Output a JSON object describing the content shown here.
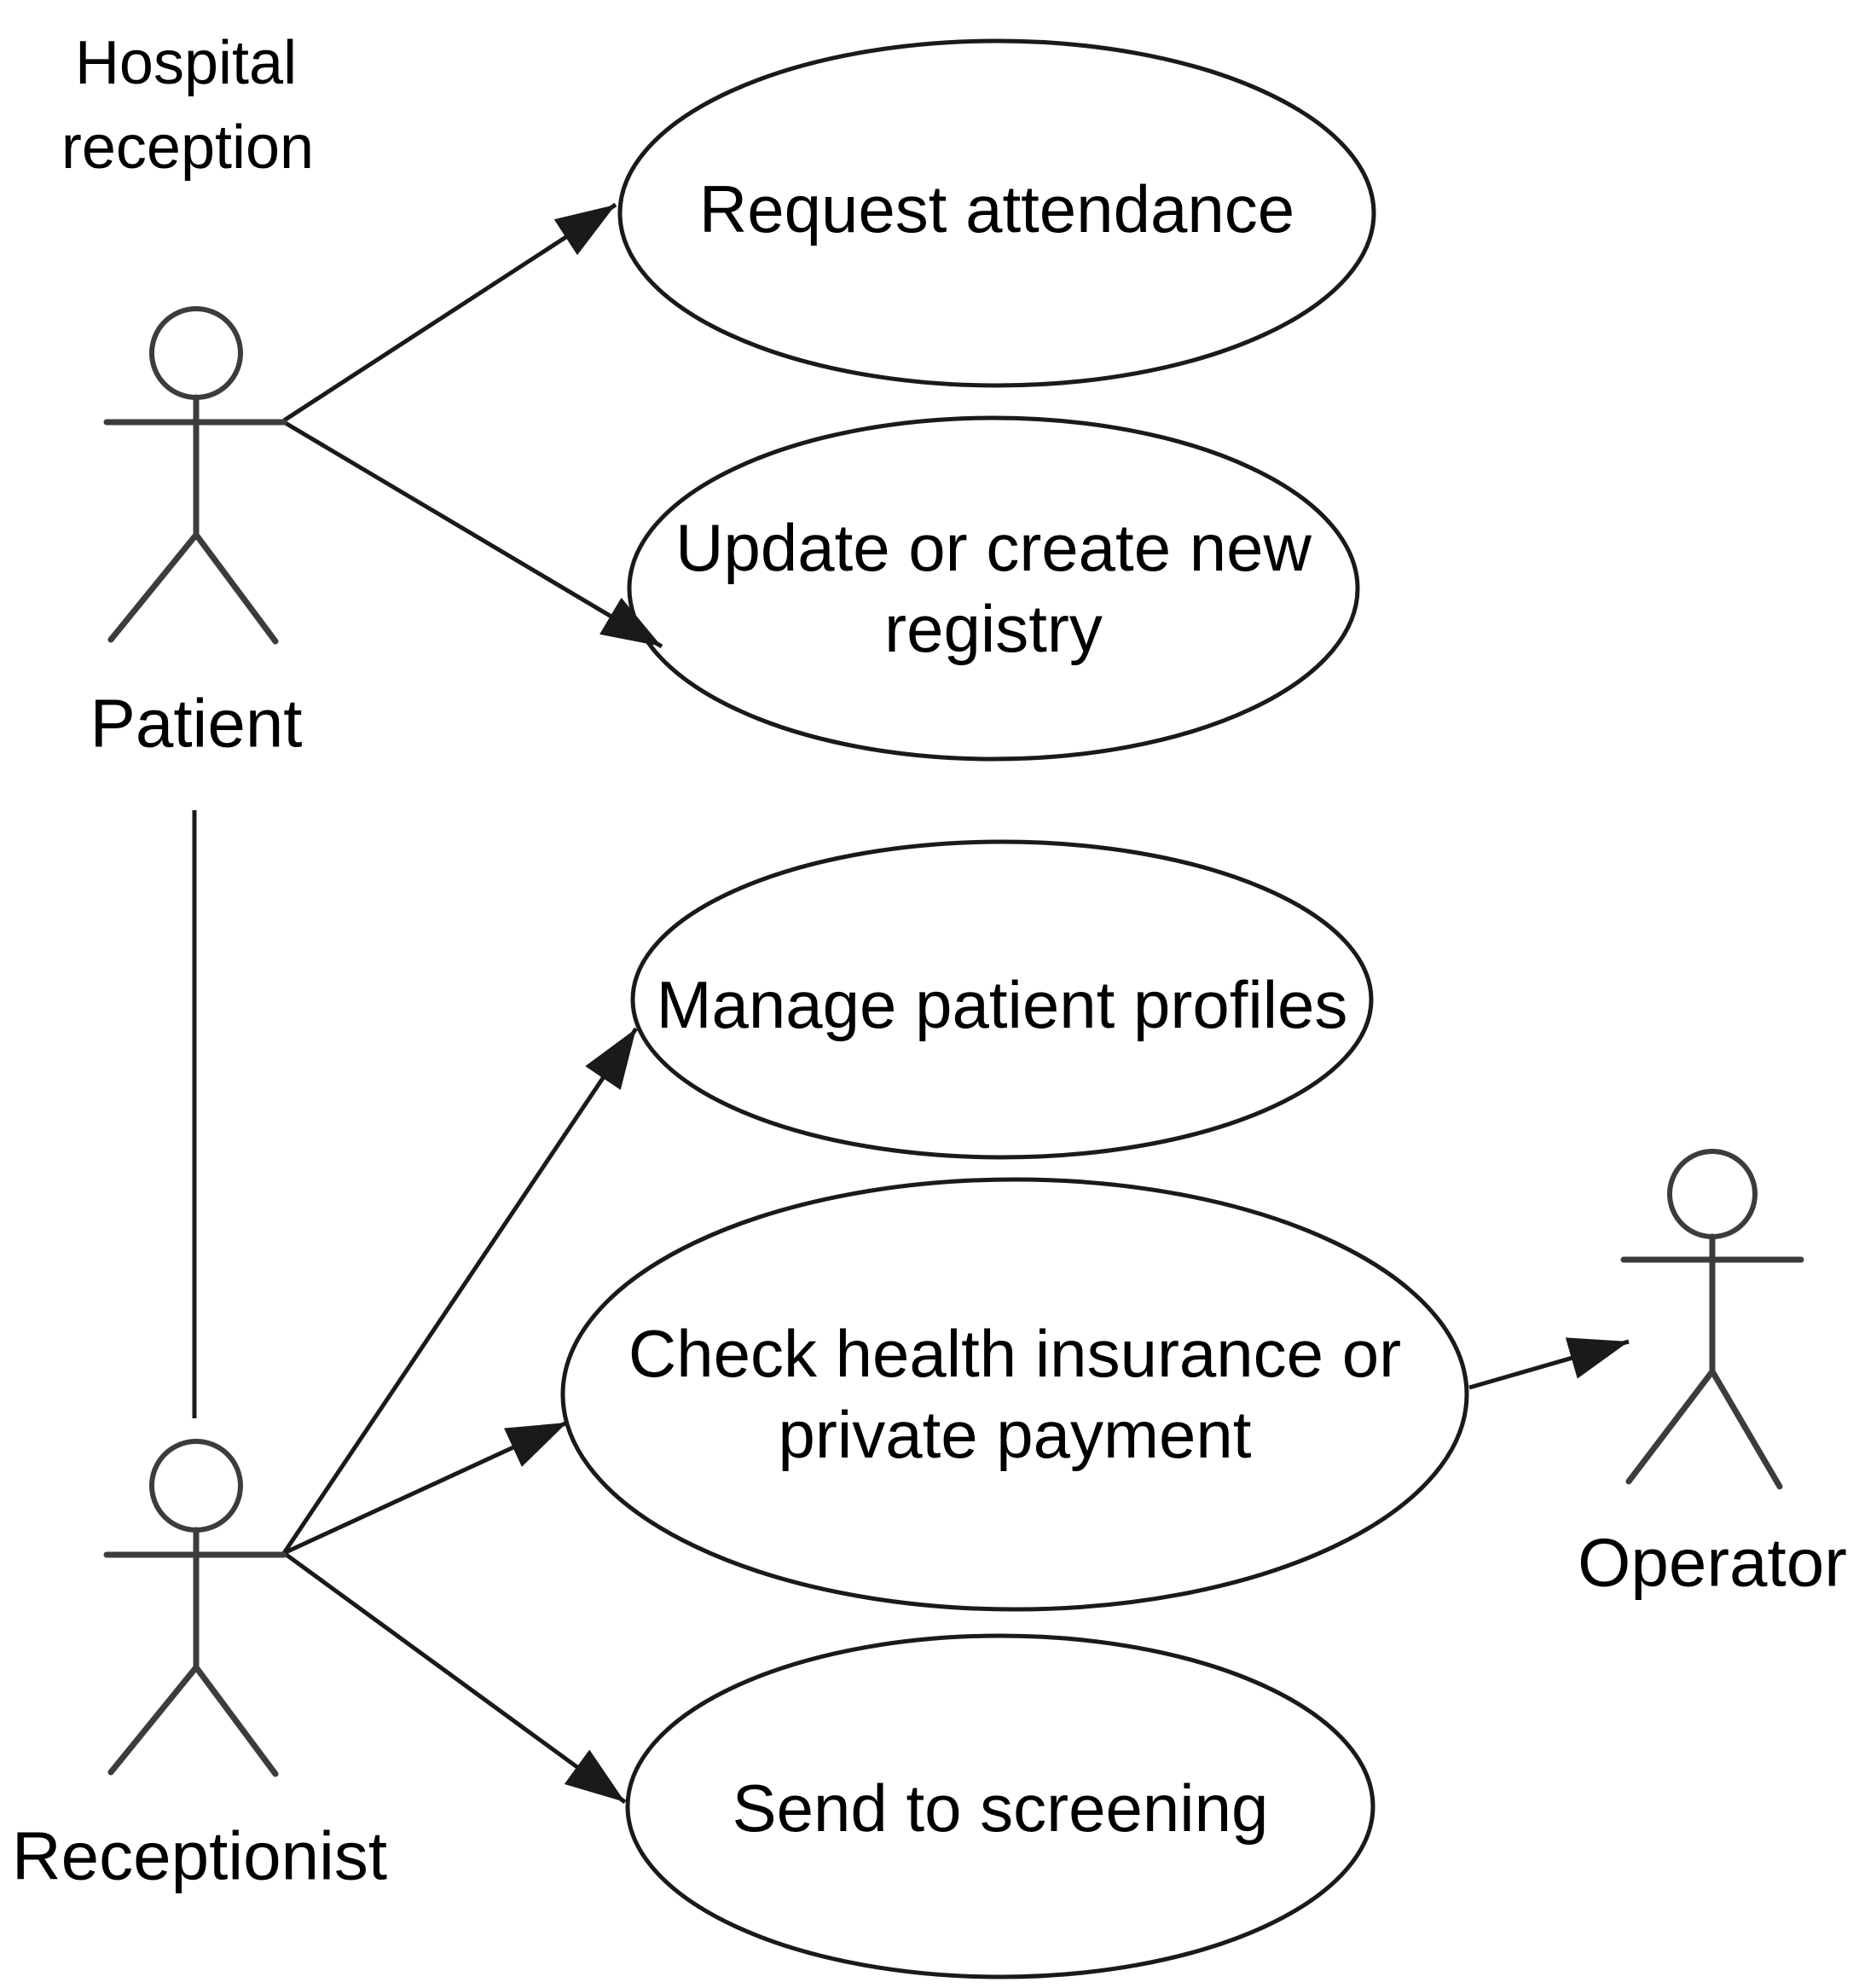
{
  "title": {
    "line1": "Hospital",
    "line2": "reception"
  },
  "actors": {
    "patient": {
      "label": "Patient"
    },
    "receptionist": {
      "label": "Receptionist"
    },
    "operator": {
      "label": "Operator"
    }
  },
  "use_cases": {
    "request_attendance": {
      "line1": "Request attendance"
    },
    "update_registry": {
      "line1": "Update or create new",
      "line2": "registry"
    },
    "manage_profiles": {
      "line1": "Manage patient profiles"
    },
    "check_insurance": {
      "line1": "Check health insurance or",
      "line2": "private payment"
    },
    "send_screening": {
      "line1": "Send to screening"
    }
  },
  "colors": {
    "stroke": "#1a1a1a",
    "actor_stroke": "#3c3c3c",
    "text": "#000000",
    "background": "#ffffff"
  }
}
